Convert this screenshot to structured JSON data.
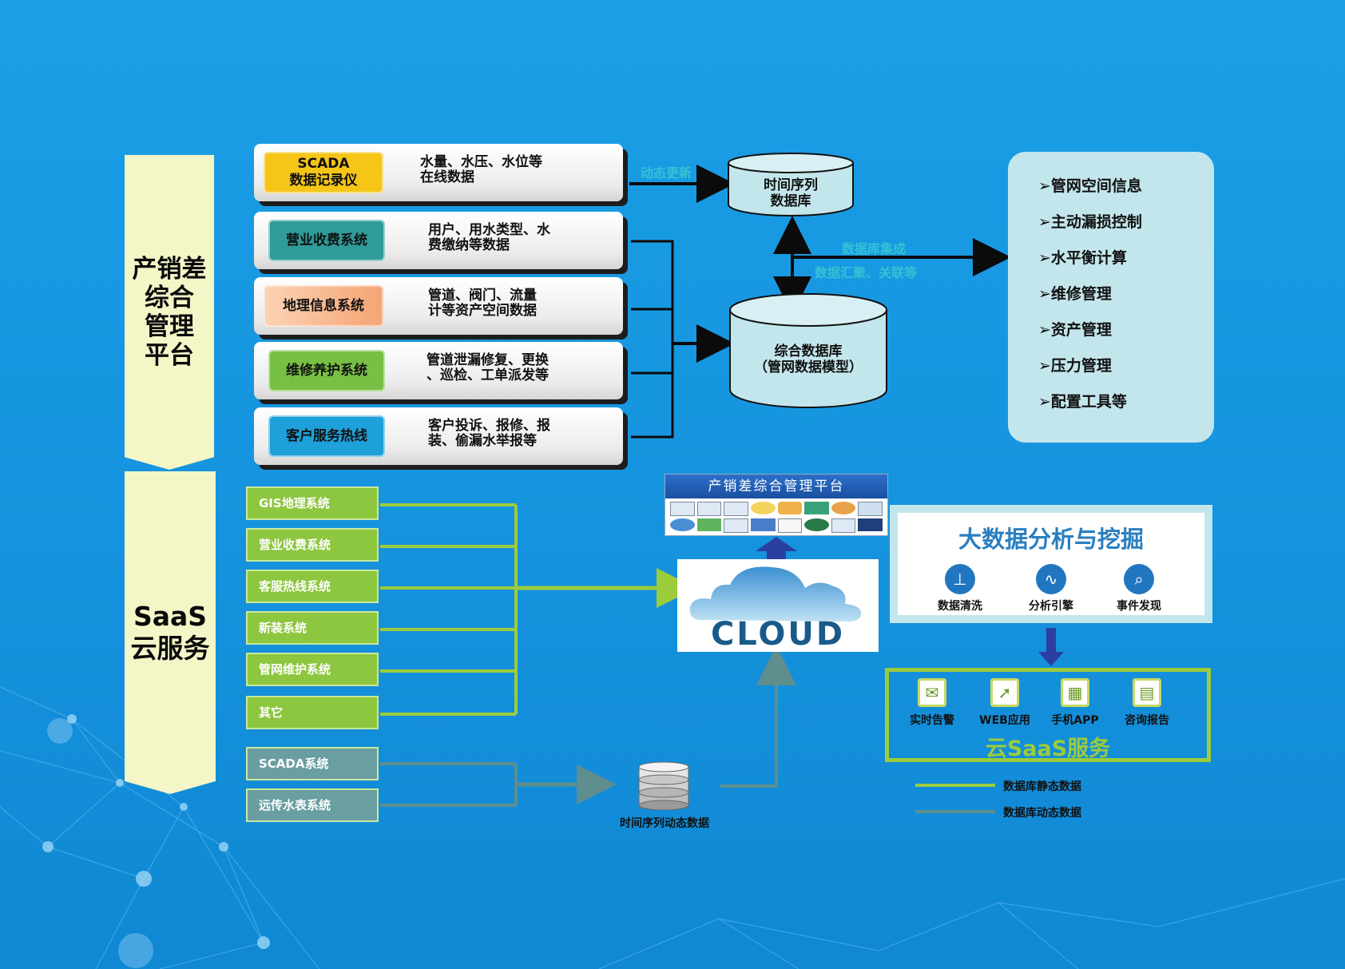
{
  "left_banners": {
    "platform": [
      "产销差",
      "综合",
      "管理",
      "平台"
    ],
    "saas": [
      "SaaS",
      "云服务"
    ]
  },
  "systems": [
    {
      "label": "SCADA\n数据记录仪",
      "desc": "水量、水压、水位等\n在线数据",
      "color": "#f5c518"
    },
    {
      "label": "营业收费系统",
      "desc": "用户、用水类型、水\n费缴纳等数据",
      "color": "#2f9c9a"
    },
    {
      "label": "地理信息系统",
      "desc": "管道、阀门、流量\n计等资产空间数据",
      "color": "#f9c4a0"
    },
    {
      "label": "维修养护系统",
      "desc": "管道泄漏修复、更换\n、巡检、工单派发等",
      "color": "#77c043"
    },
    {
      "label": "客户服务热线",
      "desc": "客户投诉、报修、报\n装、偷漏水举报等",
      "color": "#1ea0d8"
    }
  ],
  "databases": {
    "timeseries": "时间序列\n数据库",
    "integrated": "综合数据库\n（管网数据模型）"
  },
  "faint_labels": {
    "realtime": "动态更新",
    "exchange_1": "数据库集成",
    "exchange_2": "数据汇聚、关联等"
  },
  "right_panel": {
    "items": [
      "➢管网空间信息",
      "➢主动漏损控制",
      "➢水平衡计算",
      "➢维修管理",
      "➢资产管理",
      "➢压力管理",
      "➢配置工具等"
    ]
  },
  "saas_systems": {
    "static": [
      "GIS地理系统",
      "营业收费系统",
      "客服热线系统",
      "新装系统",
      "管网维护系统",
      "其它"
    ],
    "dynamic": [
      "SCADA系统",
      "远传水表系统"
    ]
  },
  "platform_window": {
    "title": "产销差综合管理平台"
  },
  "cloud": {
    "text": "CLOUD"
  },
  "timeseries_dynamic": "时间序列动态数据",
  "bigdata": {
    "title": "大数据分析与挖掘",
    "items": [
      {
        "label": "数据清洗",
        "icon": "filter-icon"
      },
      {
        "label": "分析引擎",
        "icon": "wave-icon"
      },
      {
        "label": "事件发现",
        "icon": "magnifier-icon"
      }
    ]
  },
  "cloud_saas": {
    "title": "云SaaS服务",
    "items": [
      {
        "label": "实时告警",
        "icon": "mail-icon"
      },
      {
        "label": "WEB应用",
        "icon": "cursor-icon"
      },
      {
        "label": "手机APP",
        "icon": "phone-icon"
      },
      {
        "label": "咨询报告",
        "icon": "report-icon"
      }
    ]
  },
  "legend": {
    "static": "数据库静态数据",
    "dynamic": "数据库动态数据"
  },
  "colors": {
    "background": "#1693de",
    "static_line": "#9ccc3c",
    "dynamic_line": "#5f8e8e",
    "banner": "#f4f6c8",
    "panel": "#c3e6ec"
  }
}
